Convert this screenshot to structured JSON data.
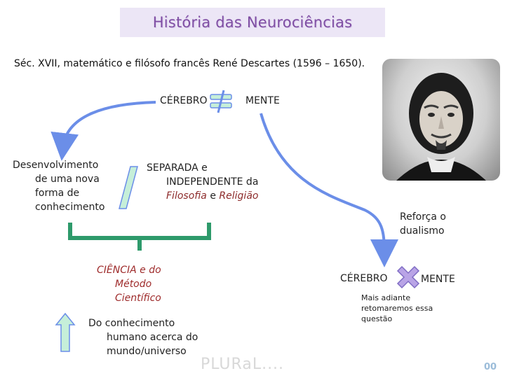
{
  "title": "História das Neurociências",
  "subtitle": "Séc. XVII, matemático e filósofo francês René Descartes (1596 – 1650).",
  "top_row": {
    "brain": "CÉREBRO",
    "mind": "MENTE"
  },
  "left_text": [
    "Desenvolvimento",
    "de uma nova",
    "forma de",
    "conhecimento"
  ],
  "middle_text": {
    "line1": "SEPARADA e",
    "line2": "INDEPENDENTE da",
    "philosophy": "Filosofia",
    "and": "e",
    "religion": "Religião"
  },
  "science_text": [
    "CIÊNCIA e do",
    "Método",
    "Científico"
  ],
  "knowledge_text": [
    "Do conhecimento",
    "humano acerca do",
    "mundo/universo"
  ],
  "dualism_text": [
    "Reforça  o",
    "dualismo"
  ],
  "bottom_row": {
    "brain": "CÉREBRO",
    "mind": "MENTE"
  },
  "note_text": [
    "Mais  adiante",
    "retomaremos essa",
    "questão"
  ],
  "logo": "PLURaL....",
  "page_number": "00",
  "colors": {
    "title_bg": "#ece6f6",
    "title_text": "#7f4ea3",
    "arrow_blue": "#6b8ee8",
    "bracket_green": "#2e9a6b",
    "shape_green": "#c6efd9",
    "shape_purple_bg": "#b9a4e6",
    "emphasis_red": "#9e2b2b"
  },
  "icons": [
    "equals-strike-icon",
    "x-mark-icon",
    "up-arrow-icon",
    "slash-icon",
    "curved-arrow-icon",
    "bracket-icon",
    "portrait-image"
  ]
}
